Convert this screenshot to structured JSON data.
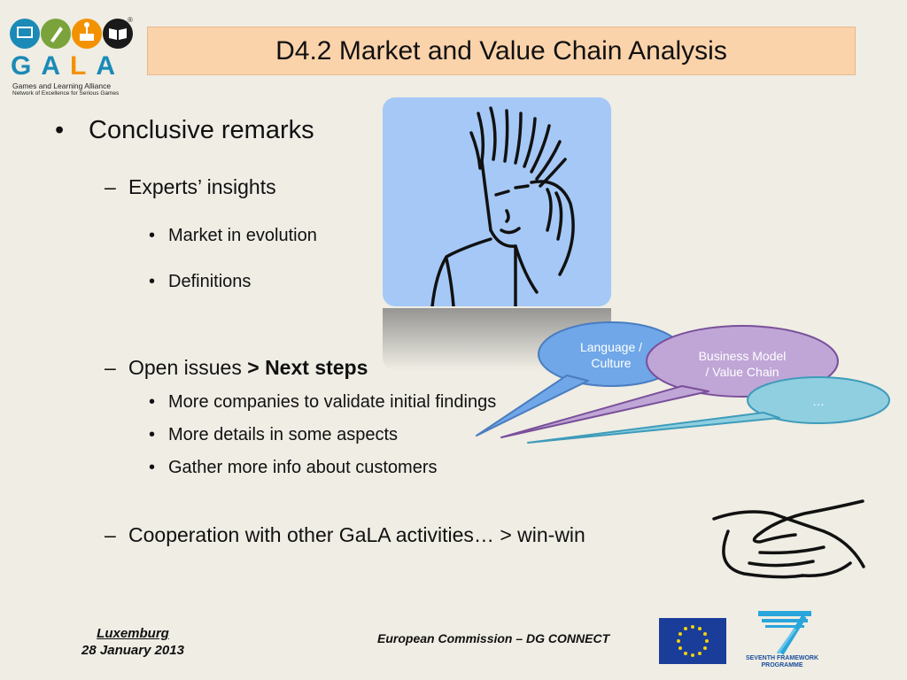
{
  "logo": {
    "word_g": "G",
    "word_a1": "A",
    "word_l": "L",
    "word_a2": "A",
    "tagline": "Games and Learning Alliance",
    "subtagline": "Network of Excellence for Serious Games",
    "registered": "®"
  },
  "title": "D4.2 Market and Value Chain Analysis",
  "bullets": {
    "conclusive": "Conclusive remarks",
    "experts": "Experts’ insights",
    "market": "Market in evolution",
    "definitions": "Definitions",
    "open_issues": "Open issues ",
    "next_steps": "> Next steps",
    "companies": "More companies to validate initial findings",
    "details": "More details in some aspects",
    "customers": "Gather more info about customers",
    "cooperation": "Cooperation with other GaLA activities… > win-win"
  },
  "markers": {
    "bullet": "•",
    "dash": "–"
  },
  "callouts": {
    "language": [
      "Language /",
      "Culture"
    ],
    "business": [
      "Business Model",
      "/ Value Chain"
    ],
    "more": "…"
  },
  "footer": {
    "place": "Luxemburg",
    "date": "28 January 2013",
    "commission": "European Commission – DG CONNECT",
    "fp7": [
      "SEVENTH FRAMEWORK",
      "PROGRAMME"
    ]
  },
  "colors": {
    "title_bg": "#fbd3ab",
    "picture_bg": "#a5c8f6",
    "callout_language": "#6fa7e8",
    "callout_business": "#bfa6d6",
    "callout_more": "#8fcfe0"
  }
}
